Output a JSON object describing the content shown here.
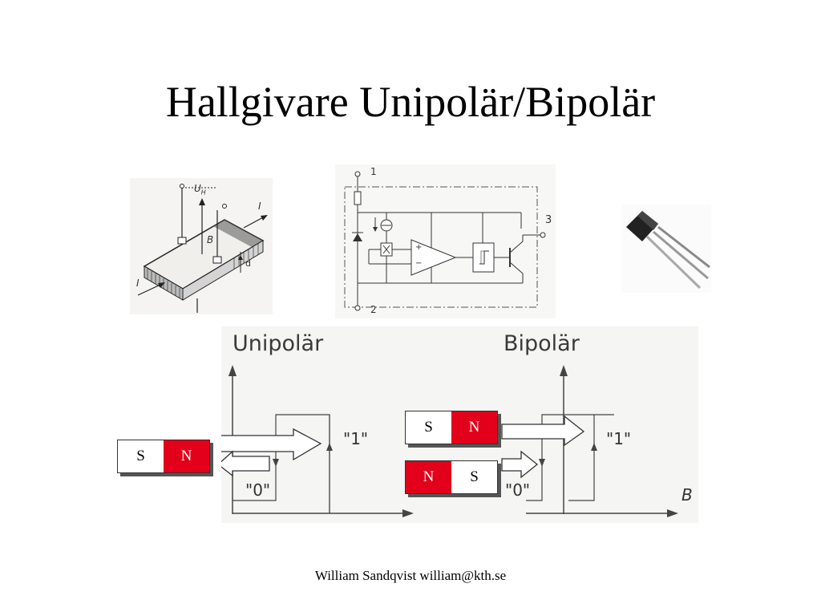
{
  "slide": {
    "title": "Hallgivare Unipolär/Bipolär",
    "footer": "William Sandqvist  william@kth.se"
  },
  "hall_element": {
    "label_voltage": "U",
    "label_voltage_sub": "H",
    "label_field": "B",
    "label_current_in": "I",
    "label_current_out": "I",
    "label_thickness": "d"
  },
  "circuit": {
    "pin_top": "1",
    "pin_out": "3",
    "pin_bottom": "2",
    "plus": "+",
    "minus": "−"
  },
  "graph": {
    "unipolar_heading": "Unipolär",
    "bipolar_heading": "Bipolär",
    "level_one": "\"1\"",
    "level_zero": "\"0\"",
    "axis_b": "B"
  },
  "magnets": {
    "south": "S",
    "north": "N"
  },
  "colors": {
    "north_pole": "#e2001a",
    "south_pole": "#ffffff"
  }
}
